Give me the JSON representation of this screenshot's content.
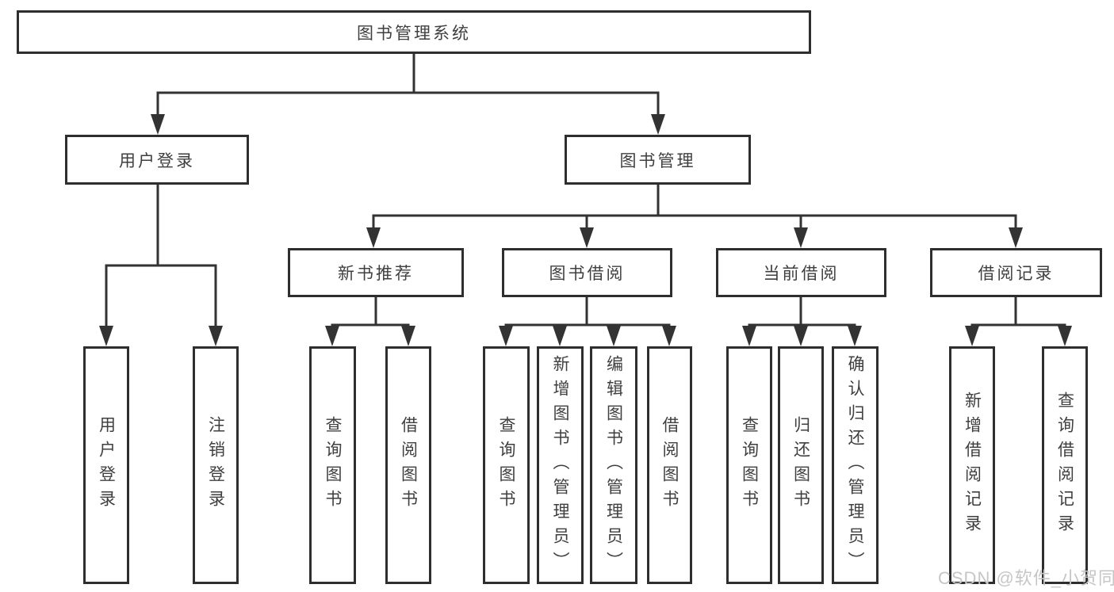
{
  "tree": {
    "label": "图书管理系统",
    "children": [
      {
        "label": "用户登录",
        "children": [
          {
            "label": "用户登录"
          },
          {
            "label": "注销登录"
          }
        ]
      },
      {
        "label": "图书管理",
        "children": [
          {
            "label": "新书推荐",
            "children": [
              {
                "label": "查询图书"
              },
              {
                "label": "借阅图书"
              }
            ]
          },
          {
            "label": "图书借阅",
            "children": [
              {
                "label": "查询图书"
              },
              {
                "label": "新增图书（管理员）"
              },
              {
                "label": "编辑图书（管理员）"
              },
              {
                "label": "借阅图书"
              }
            ]
          },
          {
            "label": "当前借阅",
            "children": [
              {
                "label": "查询图书"
              },
              {
                "label": "归还图书"
              },
              {
                "label": "确认归还（管理员）"
              }
            ]
          },
          {
            "label": "借阅记录",
            "children": [
              {
                "label": "新增借阅记录"
              },
              {
                "label": "查询借阅记录"
              }
            ]
          }
        ]
      }
    ]
  },
  "watermark": "CSDN @软件_小贺同学",
  "colors": {
    "line": "#333333",
    "border": "#2e2e2e",
    "text": "#3f3f3f",
    "watermark": "#c6c6c6",
    "background": "#ffffff"
  }
}
